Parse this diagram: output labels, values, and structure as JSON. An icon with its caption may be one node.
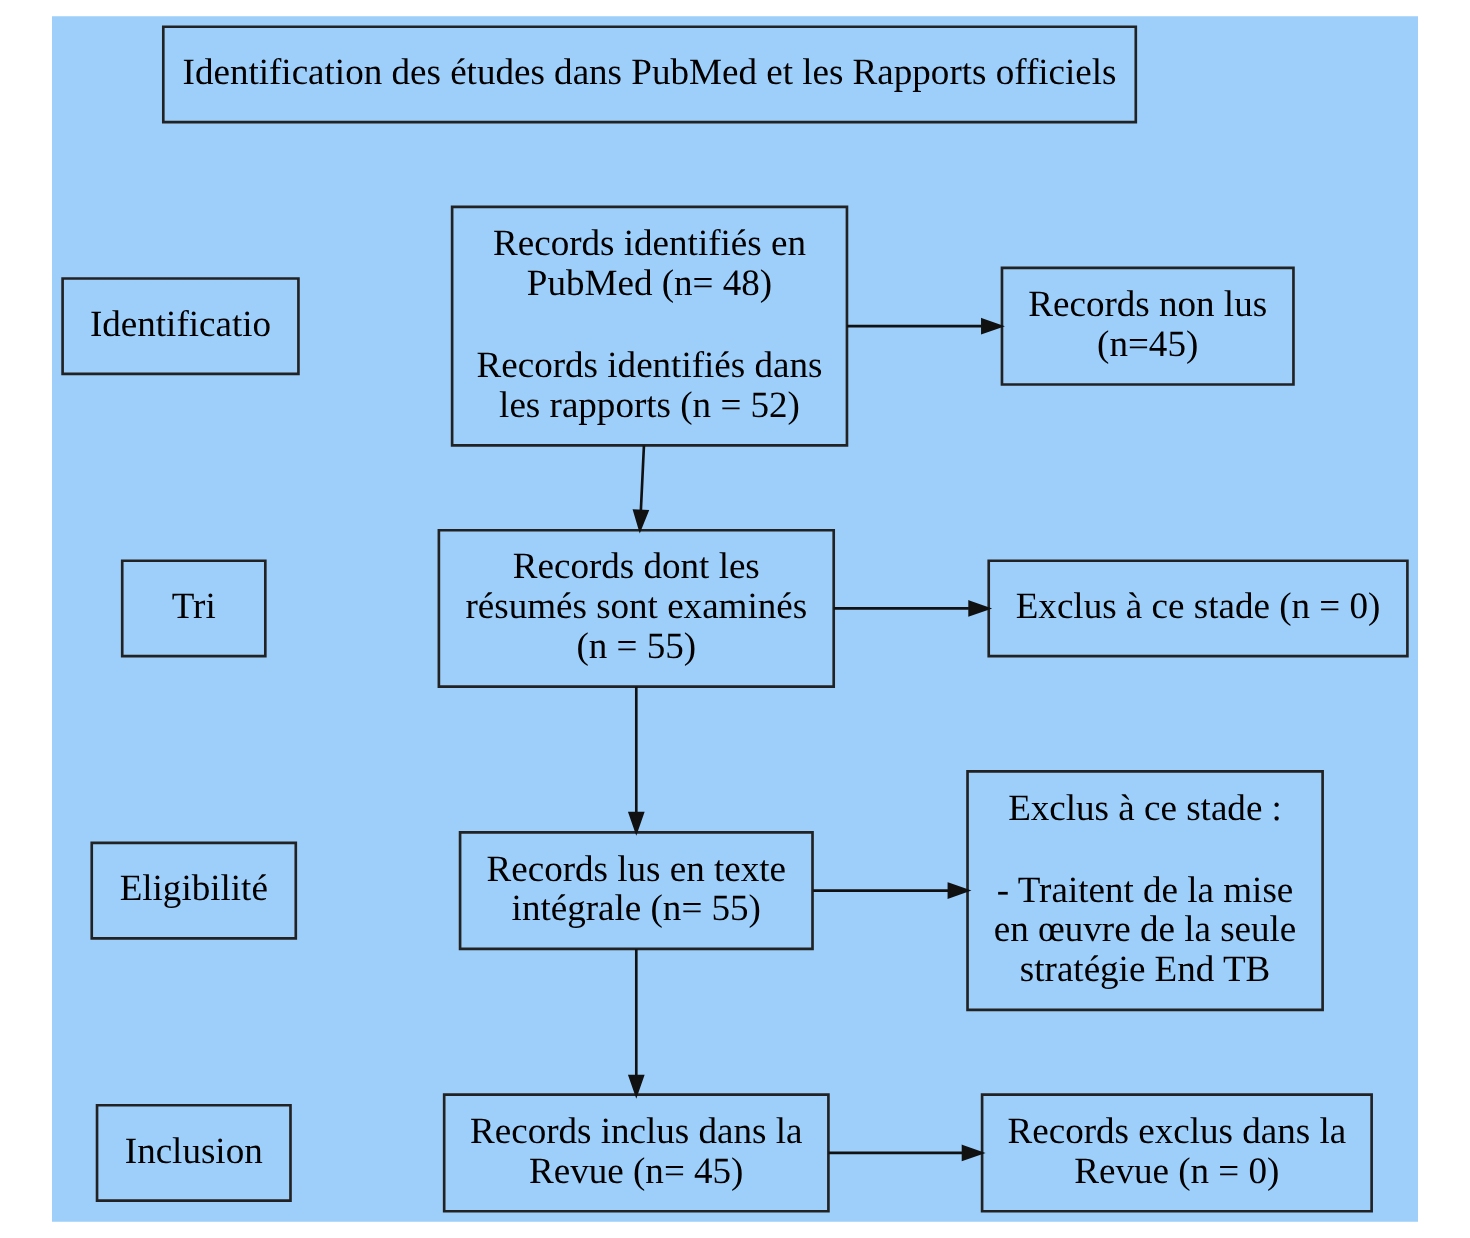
{
  "diagram": {
    "nodes": [
      {
        "text": [
          "Identification des études dans PubMed et les Rapports officiels"
        ]
      },
      {
        "text": [
          "Identificatio"
        ]
      },
      {
        "text": [
          "Records identifiés en PubMed (n= 48)",
          "Records identifiés dans les rapports (n = 52)"
        ]
      },
      {
        "text": [
          "Records non lus (n=45)"
        ]
      },
      {
        "text": [
          "Tri"
        ]
      },
      {
        "text": [
          "Records dont les résumés sont examinés (n = 55)"
        ]
      },
      {
        "text": [
          "Exclus à ce stade (n = 0)"
        ]
      },
      {
        "text": [
          "Eligibilité"
        ]
      },
      {
        "text": [
          "Records lus en texte intégrale (n= 55)"
        ]
      },
      {
        "text": [
          "Exclus à ce stade :",
          "- Traitent de la mise en œuvre de la seule stratégie End TB"
        ]
      },
      {
        "text": [
          "Inclusion"
        ]
      },
      {
        "text": [
          "Records inclus dans la Revue (n= 45)"
        ]
      },
      {
        "text": [
          "Records exclus dans la Revue (n = 0)"
        ]
      }
    ],
    "edges": [
      {
        "from": 2,
        "to": 3,
        "arrow": "to"
      },
      {
        "from": 2,
        "to": 5,
        "arrow": "to"
      },
      {
        "from": 5,
        "to": 6,
        "arrow": "to"
      },
      {
        "from": 5,
        "to": 8,
        "arrow": "to"
      },
      {
        "from": 8,
        "to": 9,
        "arrow": "to"
      },
      {
        "from": 8,
        "to": 11,
        "arrow": "to"
      },
      {
        "from": 11,
        "to": 12,
        "arrow": "to"
      }
    ]
  }
}
